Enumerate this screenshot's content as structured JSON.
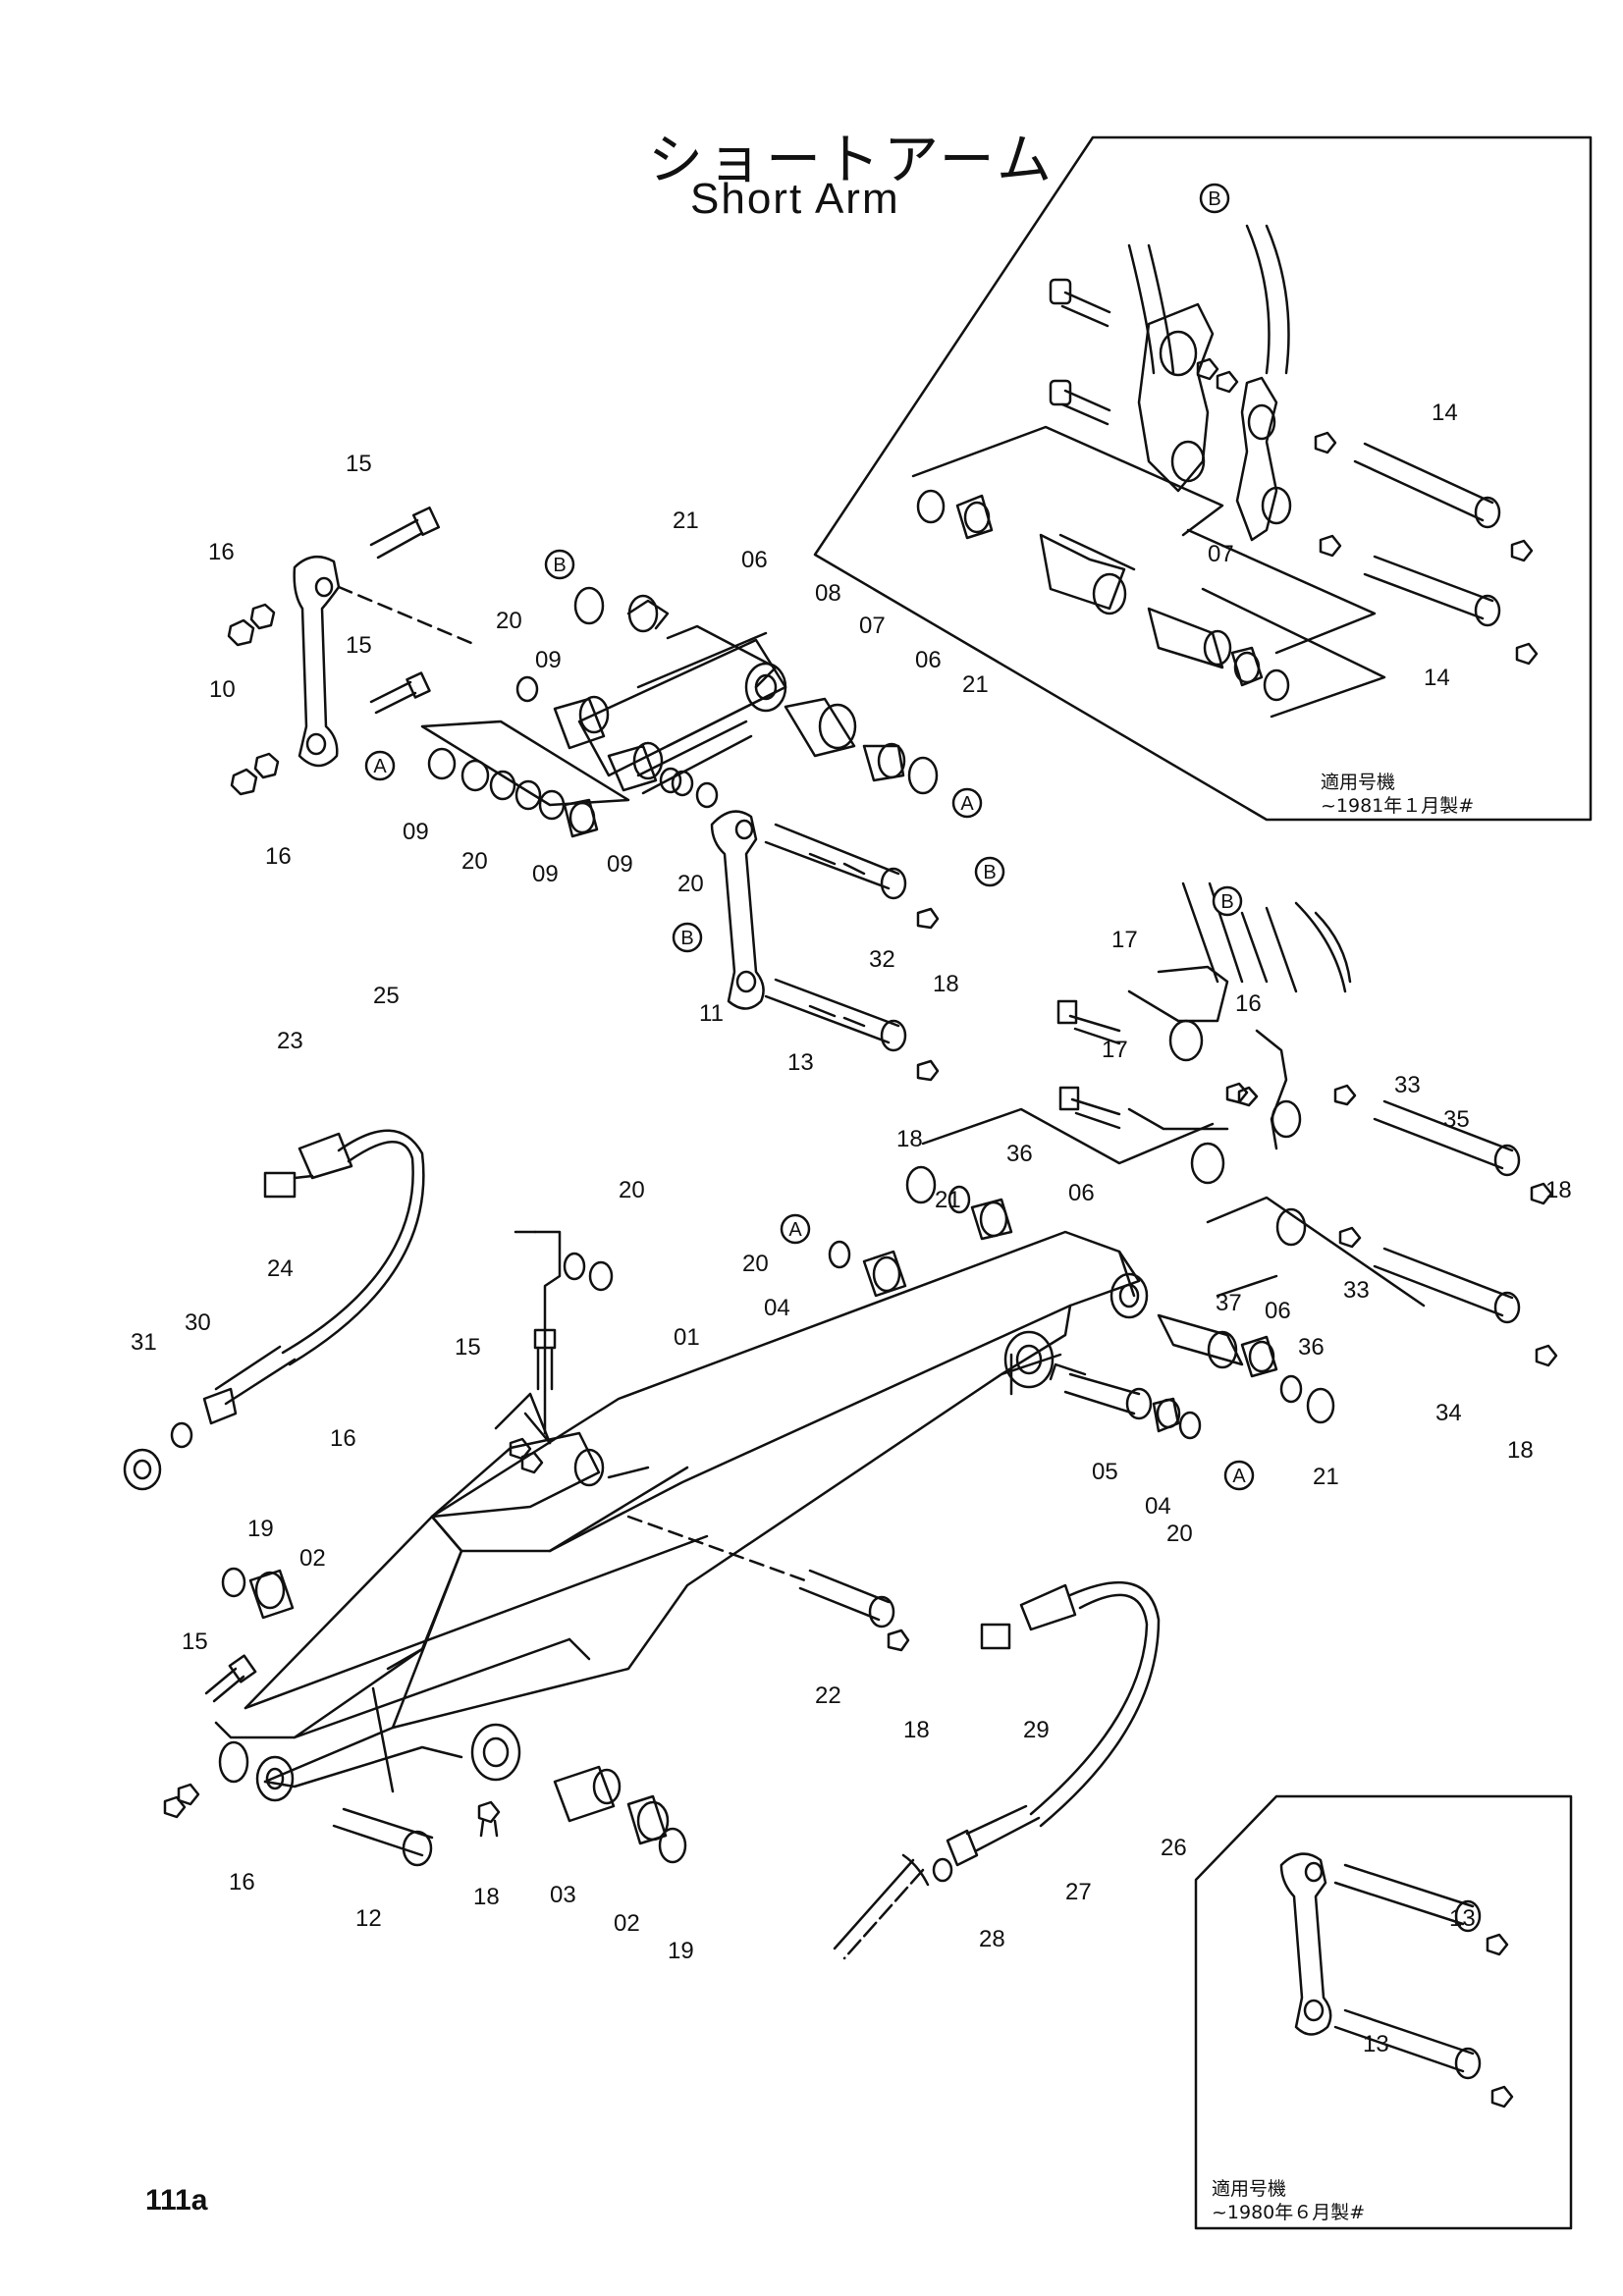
{
  "title": {
    "japanese": "ショートアーム",
    "english": "Short Arm"
  },
  "page_number": "111a",
  "inset_notes": [
    {
      "line1": "適用号機",
      "line2": "~1981年１月製#"
    },
    {
      "line1": "適用号機",
      "line2": "~1980年６月製#"
    }
  ],
  "part_labels": [
    "01",
    "02",
    "03",
    "04",
    "05",
    "06",
    "07",
    "08",
    "09",
    "10",
    "11",
    "12",
    "13",
    "14",
    "15",
    "16",
    "17",
    "18",
    "19",
    "20",
    "21",
    "22",
    "23",
    "24",
    "25",
    "26",
    "27",
    "28",
    "29",
    "30",
    "31",
    "32",
    "33",
    "34",
    "35",
    "36",
    "37"
  ],
  "ref_markers": [
    "A",
    "B"
  ],
  "callouts": [
    {
      "text": "15"
    },
    {
      "text": "16"
    },
    {
      "text": "10"
    },
    {
      "text": "15"
    },
    {
      "text": "16"
    },
    {
      "text": "21"
    },
    {
      "text": "06"
    },
    {
      "text": "08"
    },
    {
      "text": "20"
    },
    {
      "text": "09"
    },
    {
      "text": "07"
    },
    {
      "text": "06"
    },
    {
      "text": "21"
    },
    {
      "text": "09"
    },
    {
      "text": "20"
    },
    {
      "text": "09"
    },
    {
      "text": "09"
    },
    {
      "text": "20"
    },
    {
      "text": "32"
    },
    {
      "text": "18"
    },
    {
      "text": "11"
    },
    {
      "text": "13"
    },
    {
      "text": "18"
    },
    {
      "text": "23"
    },
    {
      "text": "25"
    },
    {
      "text": "24"
    },
    {
      "text": "31"
    },
    {
      "text": "30"
    },
    {
      "text": "20"
    },
    {
      "text": "15"
    },
    {
      "text": "16"
    },
    {
      "text": "01"
    },
    {
      "text": "20"
    },
    {
      "text": "04"
    },
    {
      "text": "21"
    },
    {
      "text": "36"
    },
    {
      "text": "06"
    },
    {
      "text": "17"
    },
    {
      "text": "16"
    },
    {
      "text": "17"
    },
    {
      "text": "33"
    },
    {
      "text": "35"
    },
    {
      "text": "18"
    },
    {
      "text": "33"
    },
    {
      "text": "37"
    },
    {
      "text": "06"
    },
    {
      "text": "36"
    },
    {
      "text": "34"
    },
    {
      "text": "18"
    },
    {
      "text": "21"
    },
    {
      "text": "05"
    },
    {
      "text": "04"
    },
    {
      "text": "20"
    },
    {
      "text": "19"
    },
    {
      "text": "02"
    },
    {
      "text": "15"
    },
    {
      "text": "16"
    },
    {
      "text": "12"
    },
    {
      "text": "18"
    },
    {
      "text": "03"
    },
    {
      "text": "02"
    },
    {
      "text": "19"
    },
    {
      "text": "22"
    },
    {
      "text": "18"
    },
    {
      "text": "29"
    },
    {
      "text": "26"
    },
    {
      "text": "27"
    },
    {
      "text": "28"
    },
    {
      "text": "14"
    },
    {
      "text": "07"
    },
    {
      "text": "14"
    },
    {
      "text": "13"
    },
    {
      "text": "13"
    }
  ],
  "markers": [
    {
      "text": "B"
    },
    {
      "text": "A"
    },
    {
      "text": "B"
    },
    {
      "text": "A"
    },
    {
      "text": "B"
    },
    {
      "text": "B"
    },
    {
      "text": "A"
    },
    {
      "text": "A"
    },
    {
      "text": "B"
    }
  ]
}
